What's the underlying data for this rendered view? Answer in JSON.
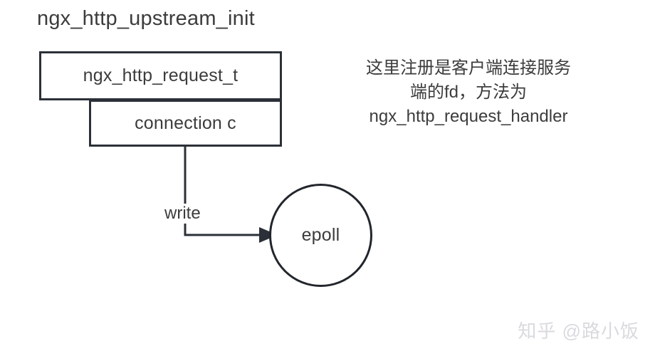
{
  "diagram": {
    "title": "ngx_http_upstream_init",
    "type": "flow-diagram",
    "background_color": "#ffffff",
    "stroke_color": "#2b3038",
    "text_color": "#3c3c3c",
    "nodes": [
      {
        "id": "ngx-http-request-t",
        "shape": "rectangle",
        "label": "ngx_http_request_t"
      },
      {
        "id": "connection-c",
        "shape": "rectangle",
        "label": "connection c"
      },
      {
        "id": "epoll",
        "shape": "circle",
        "label": "epoll"
      }
    ],
    "edges": [
      {
        "id": "connection-to-epoll",
        "from": "connection-c",
        "to": "epoll",
        "label": "write",
        "arrow": "triangle"
      }
    ],
    "annotation": {
      "lines": [
        "这里注册是客户端连接服务",
        "端的fd，方法为",
        "ngx_http_request_handler"
      ]
    }
  },
  "watermark": {
    "text": "知乎 @路小饭",
    "color": "#d9dade"
  }
}
